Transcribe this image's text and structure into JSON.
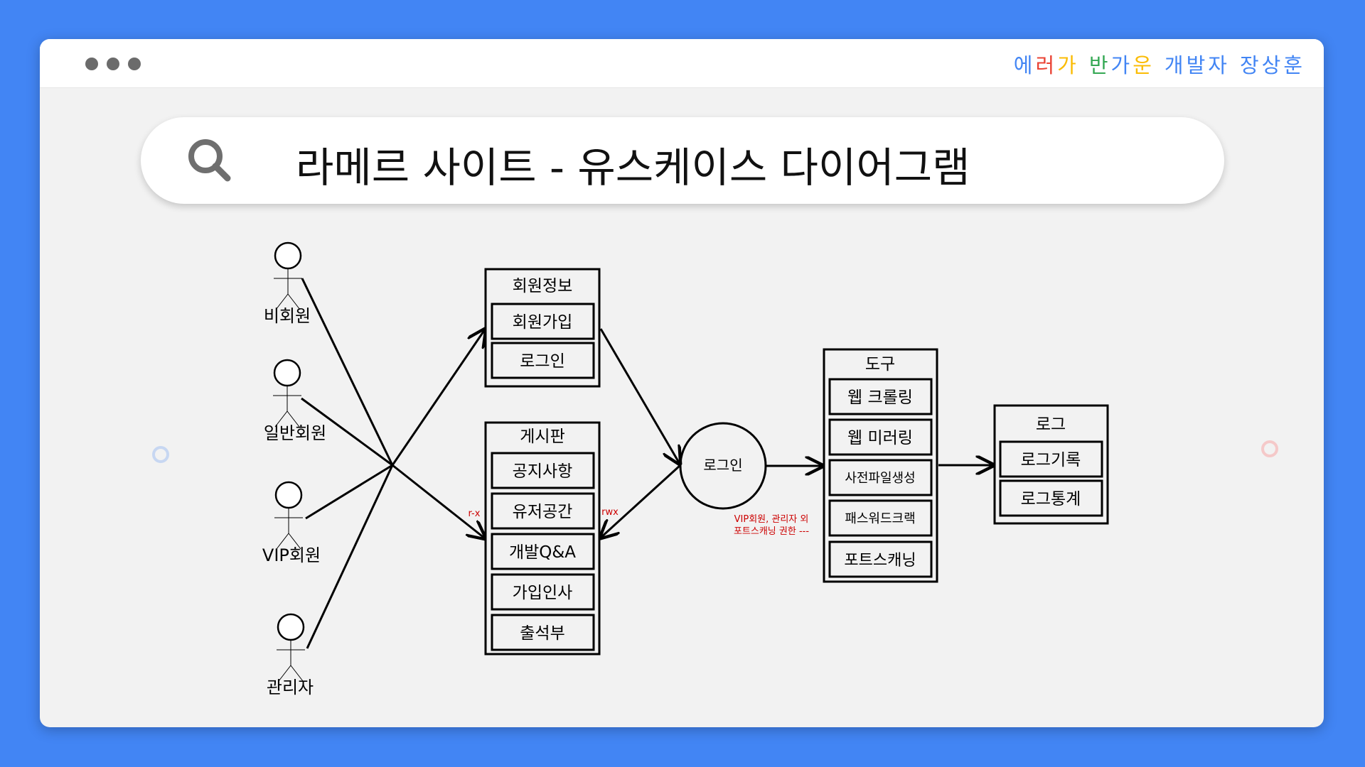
{
  "brand": {
    "word1": [
      "에",
      "러",
      "가"
    ],
    "word2": [
      "반",
      "가",
      "운"
    ],
    "word3": [
      "개",
      "발",
      "자"
    ],
    "word4": [
      "장",
      "상",
      "훈"
    ],
    "colors": {
      "blue": "#4285F4",
      "red": "#EA4335",
      "yellow": "#FBBC05",
      "green": "#34A853"
    }
  },
  "search": {
    "icon": "search-icon",
    "title": "라메르 사이트 - 유스케이스 다이어그램"
  },
  "actors": [
    "비회원",
    "일반회원",
    "VIP회원",
    "관리자"
  ],
  "member_box": {
    "title": "회원정보",
    "items": [
      "회원가입",
      "로그인"
    ]
  },
  "board_box": {
    "title": "게시판",
    "items": [
      "공지사항",
      "유저공간",
      "개발Q&A",
      "가입인사",
      "출석부"
    ]
  },
  "login_node": "로그인",
  "tool_box": {
    "title": "도구",
    "items": [
      "웹 크롤링",
      "웹 미러링",
      "사전파일생성",
      "패스워드크랙",
      "포트스캐닝"
    ]
  },
  "log_box": {
    "title": "로그",
    "items": [
      "로그기록",
      "로그통계"
    ]
  },
  "annotations": {
    "rx": "r-x",
    "rwx": "rwx",
    "note_line1": "VIP회원, 관리자 외",
    "note_line2": "포트스캐닝 권한 ---",
    "note_color": "#cc0000"
  }
}
